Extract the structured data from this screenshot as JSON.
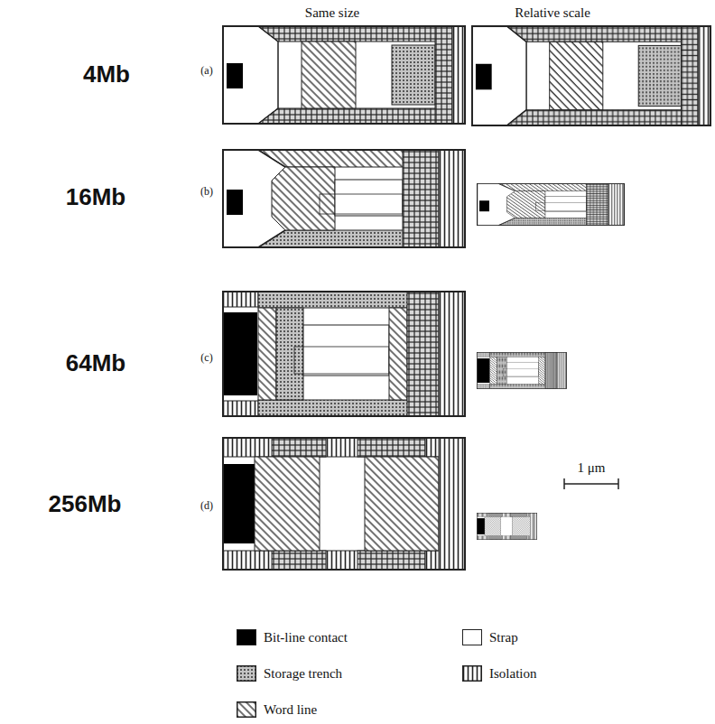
{
  "diagram": {
    "labels": [
      "Same size",
      "Relative scale",
      "4Mb",
      "(a)",
      "16Mb",
      "(b)",
      "64Mb",
      "(c)",
      "256Mb",
      "(d)",
      "1 μm"
    ],
    "legend": [
      {
        "text": "Bit-line contact",
        "color": "#000000"
      },
      {
        "text": "Storage trench"
      },
      {
        "text": "Word line"
      },
      {
        "text": "Strap",
        "color": "#ffffff"
      },
      {
        "text": "Isolation"
      }
    ]
  }
}
